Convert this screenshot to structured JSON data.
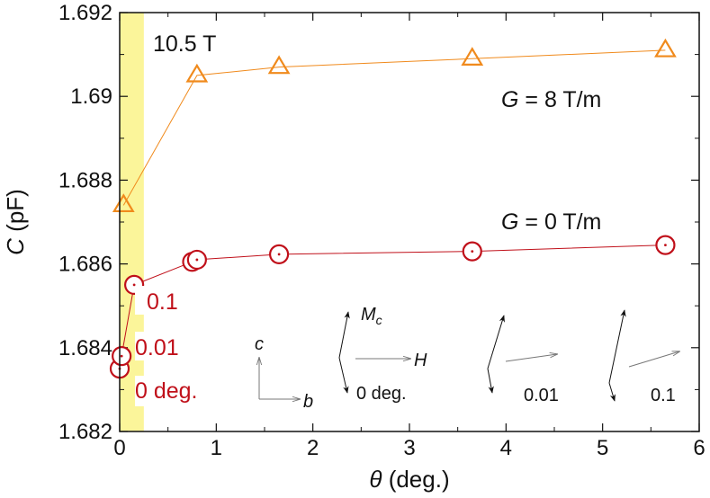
{
  "chart_data": {
    "type": "scatter",
    "xlabel": "θ (deg.)",
    "ylabel": "C (pF)",
    "xlim": [
      0,
      6
    ],
    "ylim": [
      1.682,
      1.692
    ],
    "x_ticks": [
      "0",
      "1",
      "2",
      "3",
      "4",
      "5",
      "6"
    ],
    "y_ticks": [
      "1.682",
      "1.684",
      "1.686",
      "1.688",
      "1.69",
      "1.692"
    ],
    "shaded_region": {
      "x_from": 0,
      "x_to": 0.25,
      "color": "#fbf59a"
    },
    "series": [
      {
        "name": "G = 8 T/m",
        "marker": "triangle",
        "color": "#f08a1c",
        "points": [
          {
            "x": 0.04,
            "y": 1.6874
          },
          {
            "x": 0.8,
            "y": 1.6905
          },
          {
            "x": 1.65,
            "y": 1.6907
          },
          {
            "x": 3.65,
            "y": 1.6909
          },
          {
            "x": 5.65,
            "y": 1.6911
          }
        ]
      },
      {
        "name": "G = 0 T/m",
        "marker": "circle-dot",
        "color": "#c0101a",
        "points": [
          {
            "x": 0.0,
            "y": 1.6835
          },
          {
            "x": 0.02,
            "y": 1.6838
          },
          {
            "x": 0.15,
            "y": 1.6855
          },
          {
            "x": 0.75,
            "y": 1.68605
          },
          {
            "x": 0.8,
            "y": 1.6861
          },
          {
            "x": 1.65,
            "y": 1.68623
          },
          {
            "x": 3.65,
            "y": 1.6863
          },
          {
            "x": 5.65,
            "y": 1.68645
          }
        ]
      }
    ],
    "annotations": {
      "field": "10.5 T",
      "g8": "G = 8 T/m",
      "g0": "G = 0 T/m",
      "point_labels": [
        "0.1",
        "0.01",
        "0 deg."
      ]
    },
    "inset_diagrams": {
      "axes": {
        "c": "c",
        "b": "b"
      },
      "moment_label": "M",
      "moment_subscript": "c",
      "field_label": "H",
      "angle_labels": [
        "0 deg.",
        "0.01",
        "0.1"
      ]
    }
  }
}
